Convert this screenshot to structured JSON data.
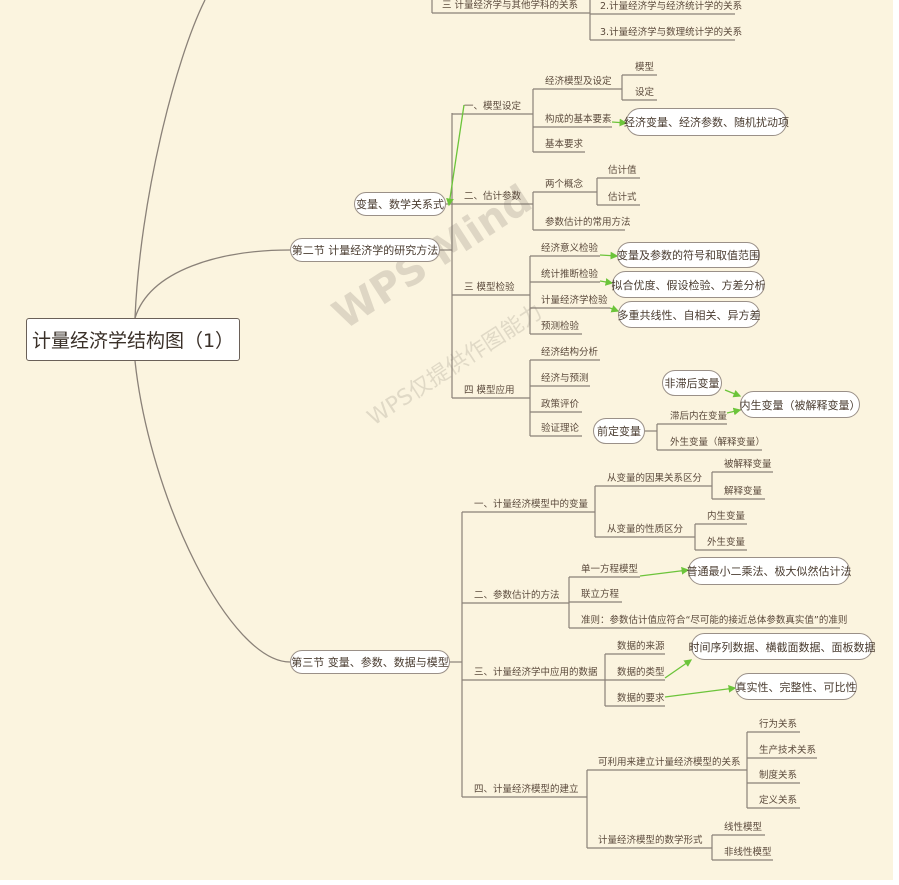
{
  "root": "计量经济学结构图（1）",
  "watermark": {
    "main": "WPS Mind",
    "sub": "WPS仅提供作图能力"
  },
  "colors": {
    "background": "#fbf4df",
    "line": "#8a8178",
    "arrow": "#6cc43a",
    "text": "#5b4a3c"
  },
  "s1": {
    "label": "三  计量经济学与其他学科的关系",
    "items": [
      "2.计量经济学与经济统计学的关系",
      "3.计量经济学与数理统计学的关系"
    ]
  },
  "s2": {
    "label": "第二节  计量经济学的研究方法",
    "node": "变量、数学关系式",
    "b1": {
      "label": "一、模型设定",
      "items": [
        "经济模型及设定",
        "构成的基本要素",
        "基本要求"
      ],
      "sub": [
        "模型",
        "设定"
      ],
      "note": "经济变量、经济参数、随机扰动项"
    },
    "b2": {
      "label": "二、估计参数",
      "items": [
        "两个概念",
        "参数估计的常用方法"
      ],
      "sub": [
        "估计值",
        "估计式"
      ]
    },
    "b3": {
      "label": "三  模型检验",
      "items": [
        "经济意义检验",
        "统计推断检验",
        "计量经济学检验",
        "预测检验"
      ],
      "notes": [
        "变量及参数的符号和取值范围",
        "拟合优度、假设检验、方差分析",
        "多重共线性、自相关、异方差"
      ]
    },
    "b4": {
      "label": "四  模型应用",
      "items": [
        "经济结构分析",
        "经济与预测",
        "政策评价",
        "验证理论"
      ],
      "node": "前定变量",
      "sub": [
        "滞后内在变量",
        "外生变量（解释变量）"
      ],
      "n2": "非滞后变量",
      "n3": "内生变量（被解释变量）"
    }
  },
  "s3": {
    "label": "第三节  变量、参数、数据与模型",
    "b1": {
      "label": "一、计量经济模型中的变量",
      "items": [
        "从变量的因果关系区分",
        "从变量的性质区分"
      ],
      "sub1": [
        "被解释变量",
        "解释变量"
      ],
      "sub2": [
        "内生变量",
        "外生变量"
      ]
    },
    "b2": {
      "label": "二、参数估计的方法",
      "items": [
        "单一方程模型",
        "联立方程",
        "准则：参数估计值应符合“尽可能的接近总体参数真实值”的准则"
      ],
      "note": "普通最小二乘法、极大似然估计法"
    },
    "b3": {
      "label": "三、计量经济学中应用的数据",
      "items": [
        "数据的来源",
        "数据的类型",
        "数据的要求"
      ],
      "notes": [
        "时间序列数据、横截面数据、面板数据",
        "真实性、完整性、可比性"
      ]
    },
    "b4": {
      "label": "四、计量经济模型的建立",
      "items": [
        "可利用来建立计量经济模型的关系",
        "计量经济模型的数学形式"
      ],
      "sub1": [
        "行为关系",
        "生产技术关系",
        "制度关系",
        "定义关系"
      ],
      "sub2": [
        "线性模型",
        "非线性模型"
      ]
    }
  }
}
